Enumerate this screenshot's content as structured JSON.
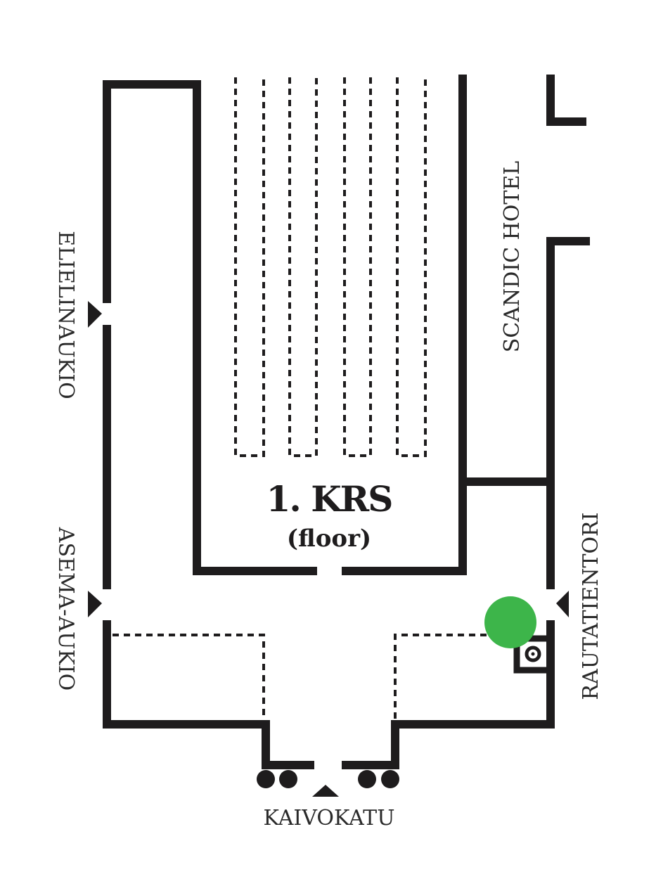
{
  "map": {
    "floor_label": "1. KRS",
    "floor_sublabel": "(floor)",
    "streets": {
      "left_top": "ELIELINAUKIO",
      "left_bottom": "ASEMA-AUKIO",
      "right_top": "SCANDIC HOTEL",
      "right_bottom": "RAUTATIENTORI",
      "bottom": "KAIVOKATU"
    },
    "marker_color": "#3db54a",
    "marker_icon": "location-dot",
    "elevator_icon": "elevator-icon"
  }
}
